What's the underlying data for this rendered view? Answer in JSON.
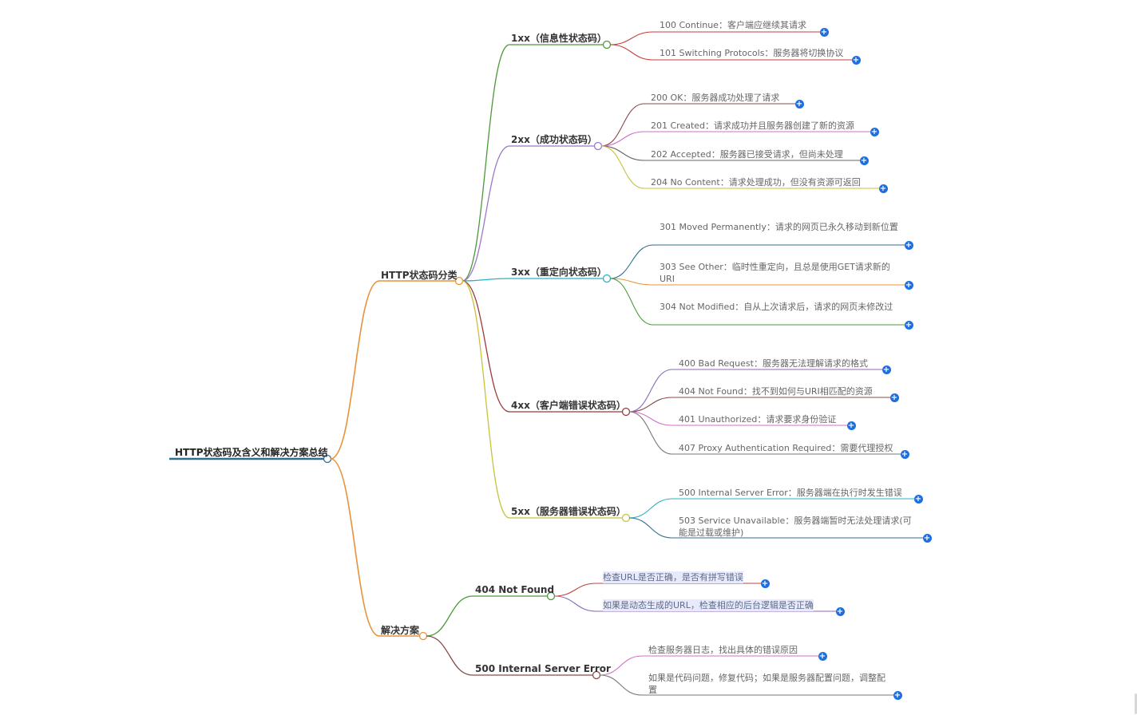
{
  "map": {
    "root": "HTTP状态码及含义和解决方案总结",
    "classification": {
      "label": "HTTP状态码分类",
      "groups": [
        {
          "label": "1xx（信息性状态码）",
          "items": [
            "100 Continue：客户端应继续其请求",
            "101 Switching Protocols：服务器将切换协议"
          ]
        },
        {
          "label": "2xx（成功状态码）",
          "items": [
            "200 OK：服务器成功处理了请求",
            "201 Created：请求成功并且服务器创建了新的资源",
            "202 Accepted：服务器已接受请求，但尚未处理",
            "204 No Content：请求处理成功，但没有资源可返回"
          ]
        },
        {
          "label": "3xx（重定向状态码）",
          "items": [
            "301 Moved Permanently：请求的网页已永久移动到新位置",
            "303 See Other：临时性重定向，且总是使用GET请求新的URI",
            "304 Not Modified：自从上次请求后，请求的网页未修改过"
          ]
        },
        {
          "label": "4xx（客户端错误状态码）",
          "items": [
            "400 Bad Request：服务器无法理解请求的格式",
            "404 Not Found：找不到如何与URI相匹配的资源",
            "401 Unauthorized：请求要求身份验证",
            "407 Proxy Authentication Required：需要代理授权"
          ]
        },
        {
          "label": "5xx（服务器错误状态码）",
          "items": [
            "500 Internal Server Error：服务器端在执行时发生错误",
            "503 Service Unavailable：服务器端暂时无法处理请求(可能是过载或维护)"
          ]
        }
      ]
    },
    "solutions": {
      "label": "解决方案",
      "groups": [
        {
          "label": "404 Not Found",
          "items": [
            "检查URL是否正确，是否有拼写错误",
            "如果是动态生成的URL，检查相应的后台逻辑是否正确"
          ]
        },
        {
          "label": "500 Internal Server Error",
          "items": [
            "检查服务器日志，找出具体的错误原因",
            "如果是代码问题，修复代码；如果是服务器配置问题，调整配置"
          ]
        }
      ]
    },
    "expand_symbol": "+",
    "colors": {
      "root_line": "#2e6f8f",
      "trunk": "#e8933a",
      "g1": "#4a9a3a",
      "g2": "#9b79c9",
      "g3": "#2ab2c4",
      "g4": "#9a3a3a",
      "g5": "#c8c23a",
      "s1": "#4a9a3a",
      "s2": "#8a4a4a",
      "plus": "#1f6ee0"
    }
  }
}
